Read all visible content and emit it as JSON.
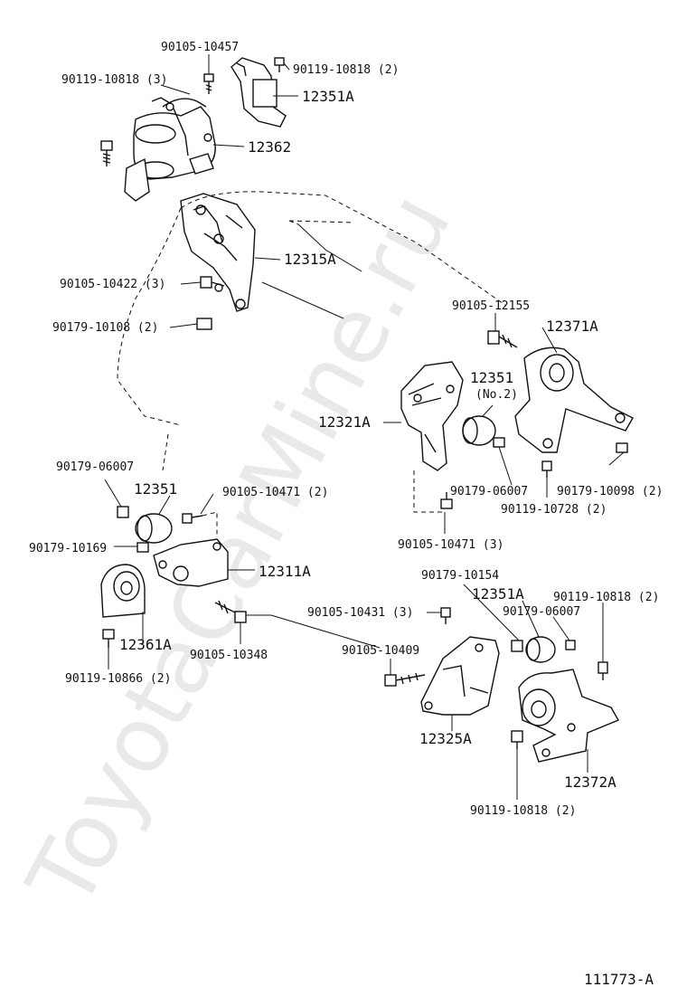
{
  "watermark": "ToyotaCarMine.ru",
  "diagram_id": "111773-A",
  "labels": {
    "l01": "90105-10457",
    "l02": "90119-10818 (3)",
    "l03": "90119-10818 (2)",
    "l04": "12351A",
    "l05": "12362",
    "l06": "12315A",
    "l07": "90105-10422 (3)",
    "l08": "90179-10108 (2)",
    "l09": "90105-12155",
    "l10": "12371A",
    "l11": "12351",
    "l12": "(No.2)",
    "l13": "12321A",
    "l14": "90179-06007",
    "l15": "90179-10098 (2)",
    "l16": "90119-10728 (2)",
    "l17": "90179-06007",
    "l18": "12351",
    "l19": "90105-10471 (2)",
    "l20": "90105-10471 (3)",
    "l21": "90179-10169",
    "l22": "12311A",
    "l23": "90179-10154",
    "l24": "12351A",
    "l25": "90119-10818 (2)",
    "l26": "90179-06007",
    "l27": "90105-10431 (3)",
    "l28": "12361A",
    "l29": "90105-10348",
    "l30": "90105-10409",
    "l31": "90119-10866 (2)",
    "l32": "12325A",
    "l33": "12372A",
    "l34": "90119-10818 (2)"
  }
}
